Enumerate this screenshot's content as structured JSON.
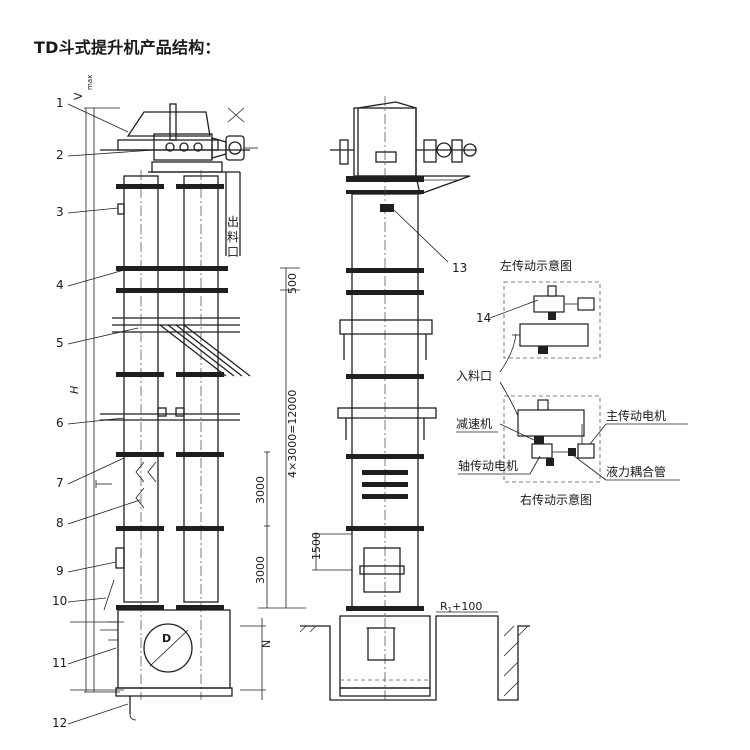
{
  "title": "TD斗式提升机产品结构：",
  "callouts": [
    "1",
    "2",
    "3",
    "4",
    "5",
    "6",
    "7",
    "8",
    "9",
    "10",
    "11",
    "12",
    "13",
    "14"
  ],
  "labels": {
    "outlet": "出料口",
    "inlet": "入料口",
    "reducer": "减速机",
    "main_motor": "主传动电机",
    "shaft_motor": "轴传动电机",
    "fluid_coupling": "液力耦合管",
    "left_drive": "左传动示意图",
    "right_drive": "右传动示意图"
  },
  "dimensions": {
    "v_max": "V",
    "v_sub": "max",
    "h": "H",
    "d": "D",
    "n": "N",
    "d500": "500",
    "d12000": "4×3000=12000",
    "d3000a": "3000",
    "d3000b": "3000",
    "d1500": "1500",
    "r_main": "R",
    "r_sub": "1",
    "r_rest": "+100"
  }
}
